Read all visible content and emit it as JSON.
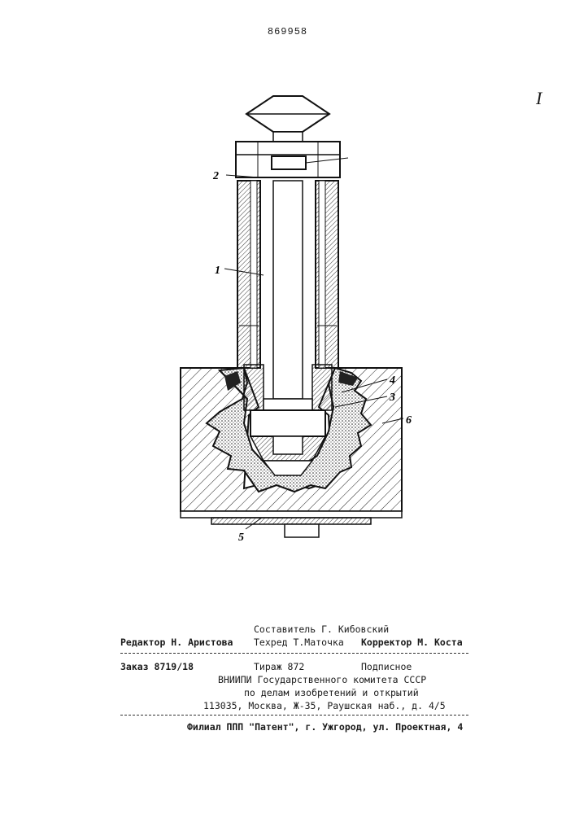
{
  "header": {
    "patent_number": "869958",
    "sheet_mark": "I"
  },
  "figure": {
    "labels": [
      "2",
      "1",
      "4",
      "3",
      "6",
      "5"
    ]
  },
  "colophon": {
    "compiler": "Составитель Г. Кибовский",
    "editor": "Редактор Н. Аристова",
    "techred": "Техред Т.Маточка",
    "corrector": "Корректор М. Коста",
    "order": "Заказ 8719/18",
    "circulation": "Тираж 872",
    "subscription": "Подписное",
    "org_line1": "ВНИИПИ Государственного комитета СССР",
    "org_line2": "по делам изобретений и открытий",
    "address": "113035, Москва, Ж-35, Раушская наб., д. 4/5",
    "branch": "Филиал ППП \"Патент\", г. Ужгород, ул. Проектная, 4"
  }
}
